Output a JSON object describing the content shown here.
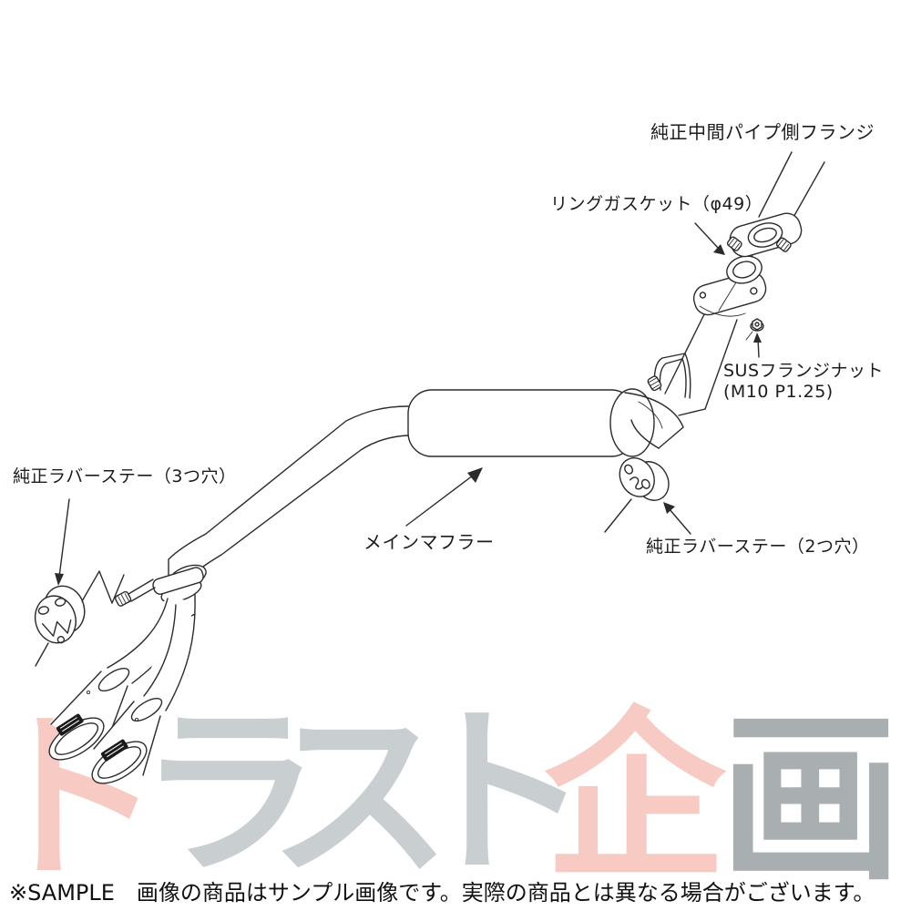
{
  "image_type": "exhaust-system-parts-diagram",
  "watermark": {
    "text": "トラスト企画",
    "chars": [
      {
        "char": "ト",
        "color": "#f7cbc3"
      },
      {
        "char": "ラ",
        "color": "#c9ced0"
      },
      {
        "char": "ス",
        "color": "#c9ced0"
      },
      {
        "char": "ト",
        "color": "#c9ced0"
      },
      {
        "char": "企",
        "color": "#f7cbc3"
      },
      {
        "char": "画",
        "color": "#a9aeb1"
      }
    ]
  },
  "labels": {
    "oem_flange": "純正中間パイプ側フランジ",
    "ring_gasket": "リングガスケット（φ49）",
    "sus_nut_line1": "SUSフランジナット",
    "sus_nut_line2": "(M10 P1.25)",
    "rubber_stay_3hole": "純正ラバーステー（3つ穴）",
    "main_muffler": "メインマフラー",
    "rubber_stay_2hole": "純正ラバーステー（2つ穴）"
  },
  "footer": {
    "note": "※SAMPLE　画像の商品はサンプル画像です。実際の商品とは異なる場合がございます。"
  },
  "colors": {
    "line": "#2b2b2b",
    "label_text": "#1c1c1c",
    "background": "#ffffff",
    "watermark_pink": "#f7cbc3",
    "watermark_gray": "#c9ced0",
    "watermark_dark_gray": "#a9aeb1"
  }
}
